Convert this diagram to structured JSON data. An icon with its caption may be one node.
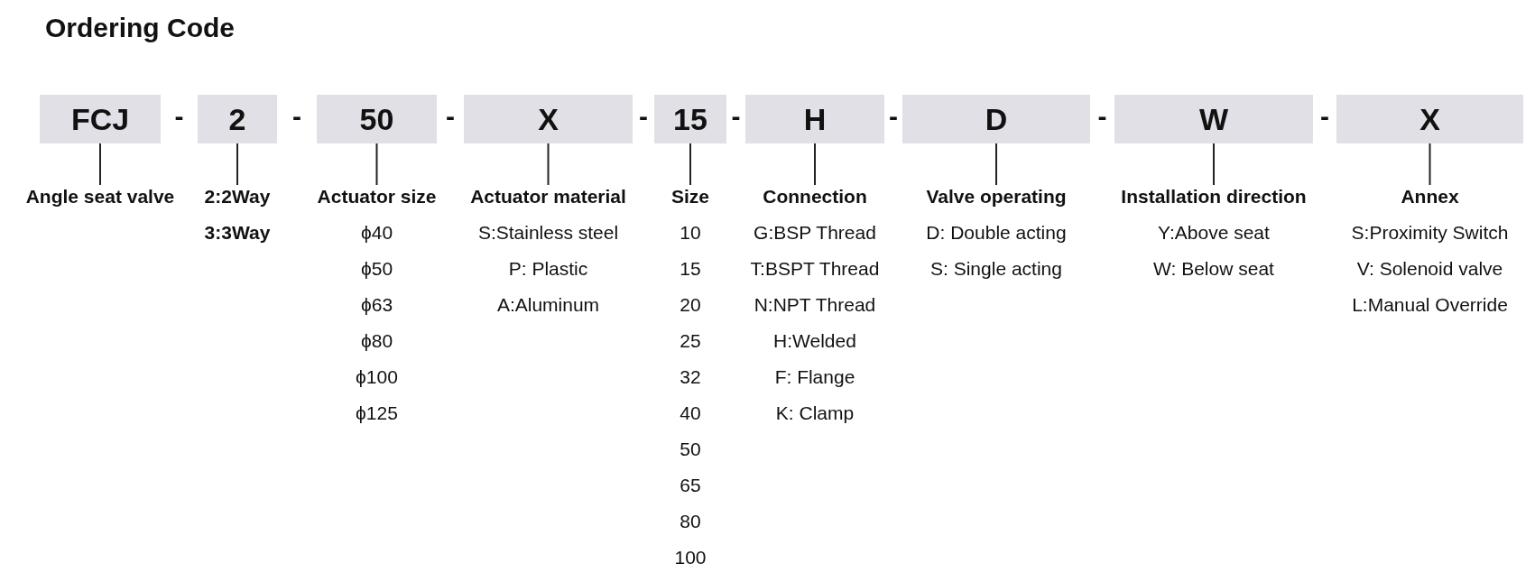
{
  "diagram": {
    "title": "Ordering Code",
    "nodes": [
      {
        "text": [
          "FCJ"
        ]
      },
      {
        "text": [
          "2"
        ]
      },
      {
        "text": [
          "50"
        ]
      },
      {
        "text": [
          "X"
        ]
      },
      {
        "text": [
          "15"
        ]
      },
      {
        "text": [
          "H"
        ]
      },
      {
        "text": [
          "D"
        ]
      },
      {
        "text": [
          "W"
        ]
      },
      {
        "text": [
          "X"
        ]
      },
      {
        "text": [
          "Angle seat valve"
        ]
      },
      {
        "text": [
          "2:2Way",
          "3:3Way"
        ]
      },
      {
        "text": [
          "Actuator size",
          "ϕ40",
          "ϕ50",
          "ϕ63",
          "ϕ80",
          "ϕ100",
          "ϕ125"
        ]
      },
      {
        "text": [
          "Actuator material",
          "S:Stainless steel",
          "P: Plastic",
          "A:Aluminum"
        ]
      },
      {
        "text": [
          "Size",
          "10",
          "15",
          "20",
          "25",
          "32",
          "40",
          "50",
          "65",
          "80",
          "100"
        ]
      },
      {
        "text": [
          "Connection",
          "G:BSP Thread",
          "T:BSPT Thread",
          "N:NPT Thread",
          "H:Welded",
          "F: Flange",
          "K: Clamp"
        ]
      },
      {
        "text": [
          "Valve operating",
          "D: Double acting",
          "S: Single acting"
        ]
      },
      {
        "text": [
          "Installation direction",
          "Y:Above seat",
          "W: Below seat"
        ]
      },
      {
        "text": [
          "Annex",
          "S:Proximity Switch",
          "V: Solenoid valve",
          "L:Manual Override"
        ]
      }
    ],
    "edges": [
      {
        "from": 0,
        "to": 9,
        "arrow": "none"
      },
      {
        "from": 1,
        "to": 10,
        "arrow": "none"
      },
      {
        "from": 2,
        "to": 11,
        "arrow": "none"
      },
      {
        "from": 3,
        "to": 12,
        "arrow": "none"
      },
      {
        "from": 4,
        "to": 13,
        "arrow": "none"
      },
      {
        "from": 5,
        "to": 14,
        "arrow": "none"
      },
      {
        "from": 6,
        "to": 15,
        "arrow": "none"
      },
      {
        "from": 7,
        "to": 16,
        "arrow": "none"
      },
      {
        "from": 8,
        "to": 17,
        "arrow": "none"
      }
    ],
    "labels": [
      "-",
      "-",
      "-",
      "-",
      "-",
      "-",
      "-",
      "-"
    ]
  }
}
